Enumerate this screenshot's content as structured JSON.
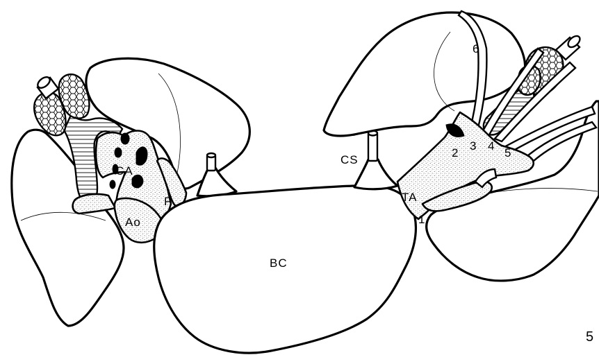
{
  "labels": {
    "bc": "BC",
    "ao": "Ao",
    "ca": "CA",
    "p": "P",
    "cs": "CS",
    "ta": "TA",
    "n1": "1",
    "n2": "2",
    "n3": "3",
    "n4": "4",
    "n5": "5",
    "n6": "6"
  },
  "figure_number": "5"
}
